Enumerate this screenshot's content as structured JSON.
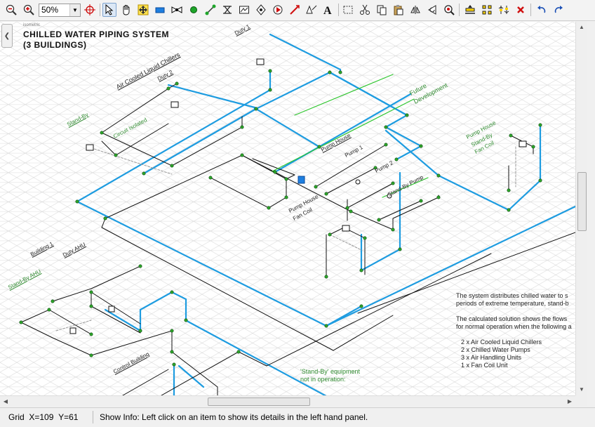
{
  "toolbar": {
    "zoom_value": "50%",
    "icons": [
      "zoom-out-icon",
      "zoom-in-icon",
      "zoom-dropdown",
      "zoom-extents-icon",
      "select-pointer-icon",
      "pan-hand-icon",
      "move-icon",
      "pipe-tool-icon",
      "valve-tool-icon",
      "node-tool-icon",
      "join-tool-icon",
      "component-tool-icon",
      "pressure-tool-icon",
      "pump-tool-icon",
      "check-valve-icon",
      "arrow-annotation-icon",
      "bend-tool-icon",
      "text-tool-icon",
      "select-box-icon",
      "cut-icon",
      "copy-icon",
      "paste-icon",
      "mirror-icon",
      "rotate-icon",
      "find-icon",
      "align-icon",
      "distribute-icon",
      "grid-snap-icon",
      "delete-icon",
      "undo-icon",
      "redo-icon"
    ]
  },
  "canvas": {
    "small_label": "isometric",
    "title_line1": "CHILLED WATER PIPING SYSTEM",
    "title_line2": "(3 BUILDINGS)",
    "labels": {
      "duty1": "Duty 1",
      "duty2": "Duty 2",
      "air_cooled": "Air Cooled Liquid Chillers",
      "standby1": "Stand-By",
      "circuit_isolated": "Circuit Isolated",
      "future_dev1": "Future",
      "future_dev2": "Development",
      "pump_house": "Pump House",
      "pump1": "Pump 1",
      "pump2": "Pump 2",
      "standby_pump": "Stand-By Pump",
      "ph_standby1": "Pump House",
      "ph_standby2": "Stand-By",
      "ph_standby3": "Fan Coil",
      "ph_fancoil1": "Pump House",
      "ph_fancoil2": "Fan Coil",
      "building1": "Building 1",
      "duty_ahu": "Duty AHU",
      "standby_ahu": "Stand-By AHU",
      "control_building": "Control Building"
    },
    "description": {
      "p1a": "The system distributes  chilled water to s",
      "p1b": "periods of extreme temperature, stand-b",
      "p2a": "The calculated solution shows the flows",
      "p2b": "for normal operation when the following a",
      "e1": "2 x Air Cooled Liquid Chillers",
      "e2": "2 x Chilled Water Pumps",
      "e3": "3 x Air Handling Units",
      "e4": "1 x Fan Coil Unit"
    },
    "standby_note1": "'Stand-By' equipment",
    "standby_note2": "not in operation:"
  },
  "status": {
    "grid_label": "Grid",
    "grid_x": "X=109",
    "grid_y": "Y=61",
    "info": "Show Info: Left click on an item to show its details in the left hand panel."
  },
  "colors": {
    "pipe_flow": "#1e9ce0",
    "pipe_static": "#111111",
    "pipe_future": "#2ec62e",
    "node": "#3aa53a",
    "grid": "#d9d9d9"
  }
}
